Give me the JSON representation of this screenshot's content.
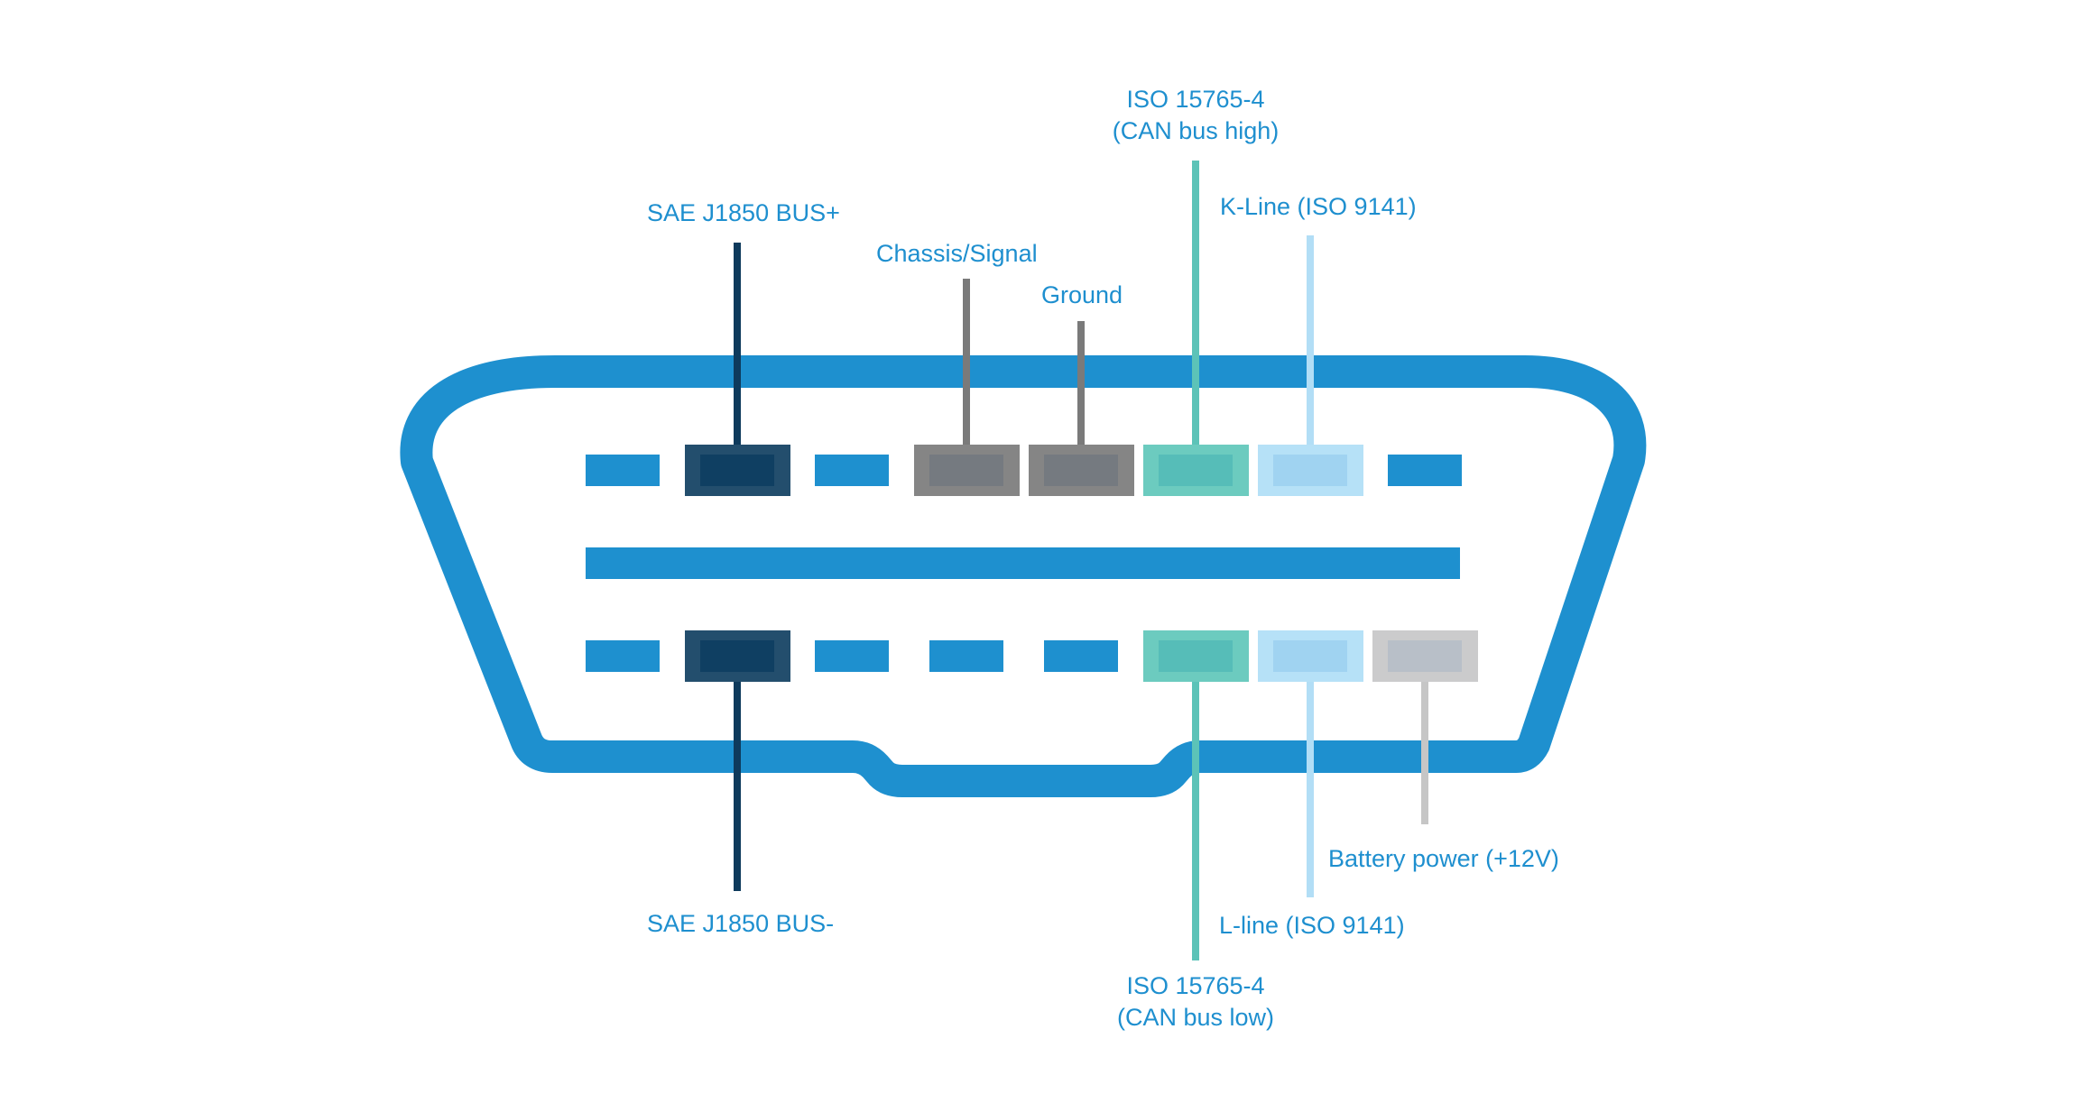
{
  "title": "OBD-II connector pinout",
  "colors": {
    "connector": "#1e90cf",
    "label_text": "#1e8fcf",
    "sae_j1850": {
      "outer": "#234e6d",
      "inner": "#0f3f62",
      "line": "#0e3a5c"
    },
    "chassis_ground": {
      "outer": "#858585",
      "inner": "#757a80",
      "line": "#7a7a7a"
    },
    "can": {
      "outer": "#6ccbbf",
      "inner": "#56bdb8",
      "line": "#5cc3b8"
    },
    "kl_line": {
      "outer": "#b6e1f7",
      "inner": "#a0d3f1",
      "line": "#b2def6"
    },
    "battery": {
      "outer": "#cbcbcc",
      "inner": "#b8bfc8",
      "line": "#c6c6c6"
    },
    "unused": "#1e90cf"
  },
  "pins": {
    "top_row": [
      {
        "pin": 1,
        "type": "unused"
      },
      {
        "pin": 2,
        "type": "sae_j1850",
        "label": "SAE J1850 BUS+"
      },
      {
        "pin": 3,
        "type": "unused"
      },
      {
        "pin": 4,
        "type": "chassis_ground",
        "label": "Chassis/Signal"
      },
      {
        "pin": 5,
        "type": "chassis_ground",
        "label": "Ground"
      },
      {
        "pin": 6,
        "type": "can",
        "label": [
          "ISO 15765-4",
          "(CAN bus high)"
        ]
      },
      {
        "pin": 7,
        "type": "kl_line",
        "label": "K-Line (ISO 9141)"
      },
      {
        "pin": 8,
        "type": "unused"
      }
    ],
    "bottom_row": [
      {
        "pin": 9,
        "type": "unused"
      },
      {
        "pin": 10,
        "type": "sae_j1850",
        "label": "SAE J1850 BUS-"
      },
      {
        "pin": 11,
        "type": "unused"
      },
      {
        "pin": 12,
        "type": "unused"
      },
      {
        "pin": 13,
        "type": "unused"
      },
      {
        "pin": 14,
        "type": "can",
        "label": [
          "ISO 15765-4",
          "(CAN bus low)"
        ]
      },
      {
        "pin": 15,
        "type": "kl_line",
        "label": "L-line (ISO 9141)"
      },
      {
        "pin": 16,
        "type": "battery",
        "label": "Battery power (+12V)"
      }
    ]
  },
  "labels": {
    "pin2": "SAE J1850 BUS+",
    "pin4": "Chassis/Signal",
    "pin5": "Ground",
    "pin6_line1": "ISO 15765-4",
    "pin6_line2": "(CAN bus high)",
    "pin7": "K-Line (ISO 9141)",
    "pin10": "SAE J1850 BUS-",
    "pin14_line1": "ISO 15765-4",
    "pin14_line2": "(CAN bus low)",
    "pin15": "L-line (ISO 9141)",
    "pin16": "Battery power (+12V)"
  }
}
